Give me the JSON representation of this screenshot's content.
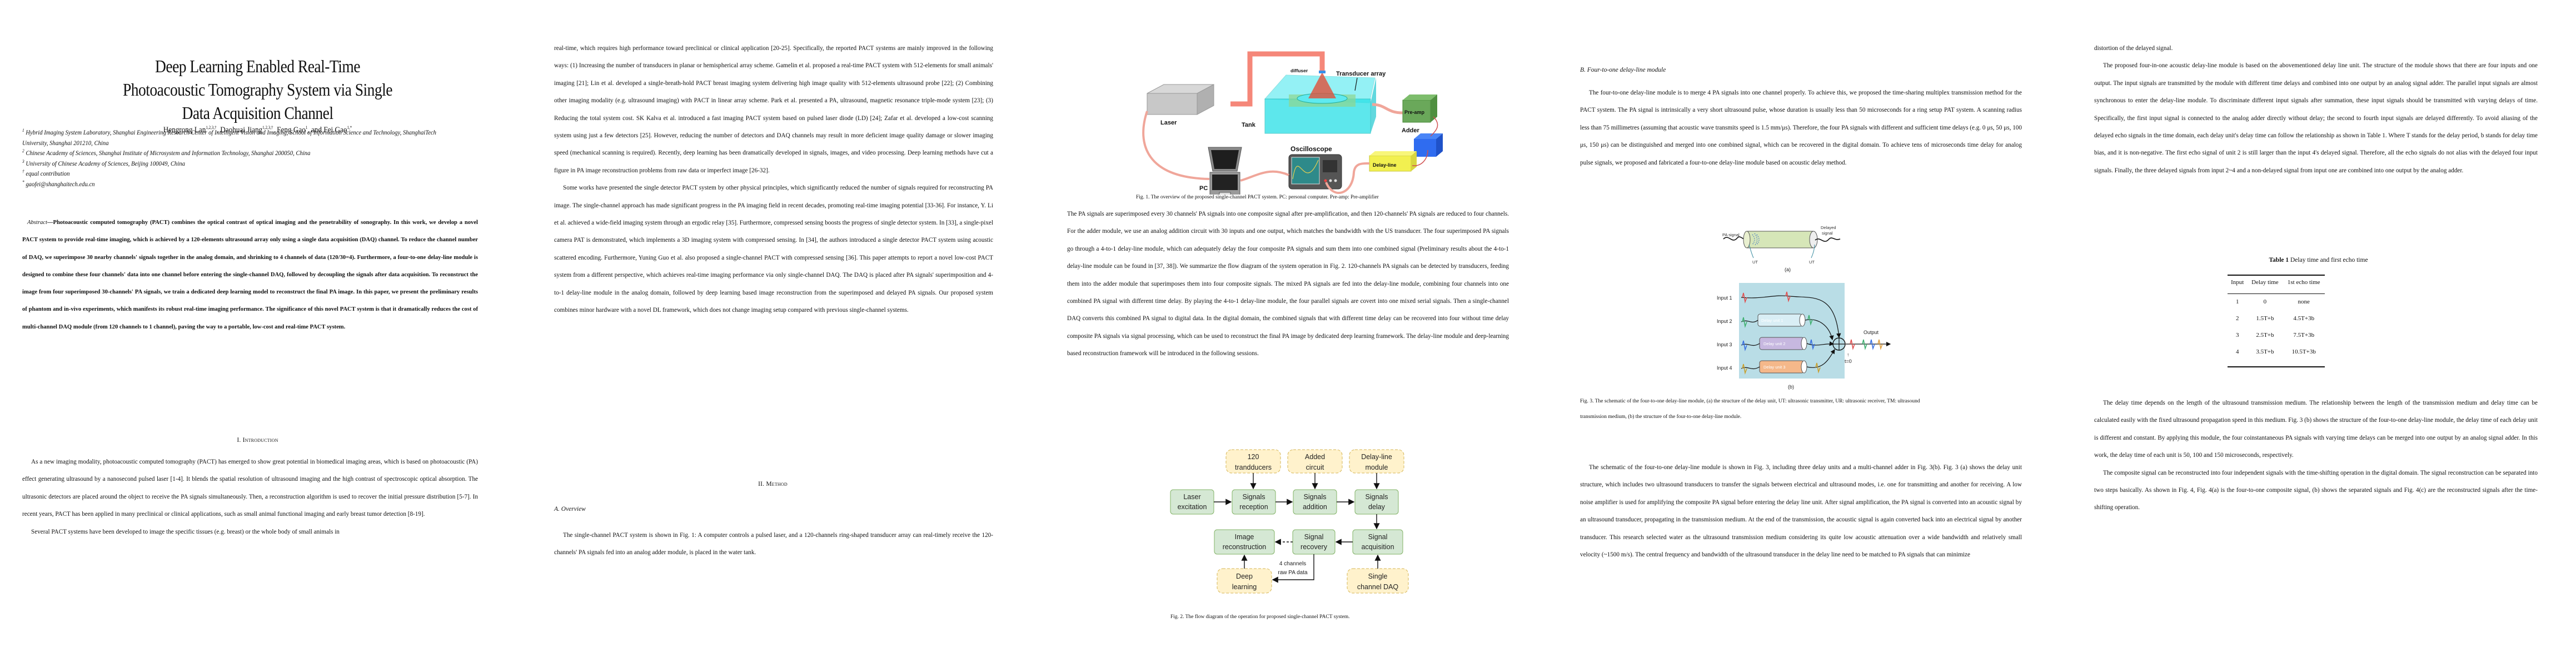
{
  "paper": {
    "title_lines": [
      "Deep Learning Enabled Real-Time",
      "Photoacoustic Tomography System via Single",
      "Data Acquisition Channel"
    ],
    "authors": [
      {
        "name": "Hengrong Lan",
        "sup": "1,2,3,†"
      },
      {
        "name": "Daohuai Jiang",
        "sup": "1,2,3,†"
      },
      {
        "name": "Feng Gao",
        "sup": "1"
      },
      {
        "name": "Fei Gao",
        "sup": "1,*"
      }
    ],
    "author_separators": [
      ", ",
      ", ",
      ", and "
    ],
    "affiliations": [
      {
        "sup": "1",
        "text": "Hybrid Imaging System Laboratory, Shanghai Engineering Research Center of Intelligent Vision and Imaging, School of Information Science and Technology, ShanghaiTech University, Shanghai 201210, China"
      },
      {
        "sup": "2",
        "text": "Chinese Academy of Sciences, Shanghai Institute of Microsystem and Information Technology, Shanghai 200050, China"
      },
      {
        "sup": "3",
        "text": "University of Chinese Academy of Sciences, Beijing 100049, China"
      },
      {
        "sup": "†",
        "text": "equal contribution"
      },
      {
        "sup": "*",
        "text": "gaofei@shanghaitech.edu.cn"
      }
    ],
    "abstract_label": "Abstract",
    "abstract": "—Photoacoustic computed tomography (PACT) combines the optical contrast of optical imaging and the penetrability of sonography. In this work, we develop a novel PACT system to provide real-time imaging, which is achieved by a 120-elements ultrasound array only using a single data acquisition (DAQ) channel. To reduce the channel number of DAQ, we superimpose 30 nearby channels' signals together in the analog domain, and shrinking to 4 channels of data (120/30=4). Furthermore, a four-to-one delay-line module is designed to combine these four channels' data into one channel before entering the single-channel DAQ, followed by decoupling the signals after data acquisition. To reconstruct the image from four superimposed 30-channels' PA signals, we train a dedicated deep learning model to reconstruct the final PA image. In this paper, we present the preliminary results of phantom and in-vivo experiments, which manifests its robust real-time imaging performance. The significance of this novel PACT system is that it dramatically reduces the cost of multi-channel DAQ module (from 120 channels to 1 channel), paving the way to a portable, low-cost and real-time PACT system.",
    "sections": {
      "intro_heading": "I.  Introduction",
      "method_heading": "II.  Method",
      "overview_heading": "A.   Overview",
      "delayline_heading": "B.   Four-to-one delay-line module"
    },
    "paragraphs": {
      "p1_intro1": "As a new imaging modality, photoacoustic computed tomography (PACT) has emerged to show great potential in biomedical imaging areas, which is based on photoacoustic (PA) effect generating ultrasound by a nanosecond pulsed laser [1-4]. It blends the spatial resolution of ultrasound imaging and the high contrast of spectroscopic optical absorption. The ultrasonic detectors are placed around the object to receive the PA signals simultaneously. Then, a reconstruction algorithm is used to recover the initial pressure distribution [5-7]. In recent years, PACT has been applied in many preclinical or clinical applications, such as small animal functional imaging and early breast tumor detection [8-19].",
      "p1_intro2": "Several PACT systems have been developed to image the specific tissues (e.g. breast) or the whole body of small animals in",
      "p2_a": "real-time, which requires high performance toward preclinical or clinical application [20-25]. Specifically, the reported PACT systems are mainly improved in the following ways: (1) Increasing the number of transducers in planar or hemispherical array scheme. Gamelin et al. proposed a real-time PACT system with 512-elements for small animals' imaging [21]; Lin et al. developed a single-breath-hold PACT breast imaging system delivering high image quality with 512-elements ultrasound probe [22]; (2) Combining other imaging modality (e.g. ultrasound imaging) with PACT in linear array scheme. Park et al. presented a PA, ultrasound, magnetic resonance triple-mode system [23]; (3) Reducing the total system cost. SK Kalva et al. introduced a fast imaging PACT system based on pulsed laser diode (LD) [24]; Zafar et al. developed a low-cost scanning system using just a few detectors [25]. However, reducing the number of detectors and DAQ channels may result in more deficient image quality damage or slower imaging speed (mechanical scanning is required). Recently, deep learning has been dramatically developed in signals, images, and video processing. Deep learning methods have cut a figure in PA image reconstruction problems from raw data or imperfect image [26-32].",
      "p2_b": "Some works have presented the single detector PACT system by other physical principles, which significantly reduced the number of signals required for reconstructing PA image. The single-channel approach has made significant progress in the PA imaging field in recent decades, promoting real-time imaging potential [33-36]. For instance, Y. Li et al. achieved a wide-field imaging system through an ergodic relay [35]. Furthermore, compressed sensing boosts the progress of single detector system. In [33], a single-pixel camera PAT is demonstrated, which implements a 3D imaging system with compressed sensing. In [34], the authors introduced a single detector PACT system using acoustic scattered encoding. Furthermore, Yuning Guo et al. also proposed a single-channel PACT with compressed sensing [36]. This paper attempts to report a novel low-cost PACT system from a different perspective, which achieves real-time imaging performance via only single-channel DAQ. The DAQ is placed after PA signals' superimposition and 4-to-1 delay-line module in the analog domain, followed by deep learning based image reconstruction from the superimposed and delayed PA signals.  Our proposed system combines minor hardware with a novel DL framework, which does not change imaging setup compared with previous single-channel systems.",
      "p2_c": "The single-channel PACT system is shown in Fig. 1: A computer controls a pulsed laser, and a 120-channels ring-shaped transducer array can real-timely receive the 120-channels' PA signals fed into an analog adder module, is placed in the water tank.",
      "p3_a": "The PA signals are superimposed every 30 channels' PA signals into one composite signal after pre-amplification, and then 120-channels' PA signals are reduced to four channels. For the adder module, we use an analog addition circuit with 30 inputs and one output, which matches the bandwidth with the US transducer. The four superimposed PA signals go through a 4-to-1 delay-line module, which can adequately delay the four composite PA signals and sum them into one combined signal (Preliminary results about the 4-to-1 delay-line module can be found in [37, 38]). We summarize the flow diagram of the system operation in Fig. 2. 120-channels PA signals can be detected by transducers, feeding them into the adder module that superimposes them into four composite signals. The mixed PA signals are fed into the delay-line module, combining four channels into one combined PA signal with different time delay. By playing the 4-to-1 delay-line module, the four parallel signals are covert into one mixed serial signals. Then a single-channel DAQ converts this combined PA signal to digital data. In the digital domain, the combined signals that with different time delay can be recovered into four without time delay composite PA signals via signal processing, which can be used to reconstruct the final PA image by dedicated deep learning framework. The delay-line module and deep-learning based reconstruction framework will be introduced in the following sessions.",
      "p4_a": "The four-to-one delay-line module is to merge 4 PA signals into one channel properly. To achieve this, we proposed the time-sharing multiplex transmission method for the PACT system. The PA signal is intrinsically a very short ultrasound pulse, whose duration is usually less than 50 microseconds for a ring setup PAT system. A scanning radius less than 75 millimetres (assuming that acoustic wave transmits speed is 1.5 mm/μs). Therefore, the four PA signals with different and sufficient time delays (e.g. 0 μs, 50 μs, 100 μs, 150 μs) can be distinguished and merged into one combined signal, which can be recovered in the digital domain. To achieve tens of microseconds time delay for analog pulse signals, we proposed and fabricated a four-to-one delay-line module based on acoustic delay method.",
      "p4_b": "The schematic of the four-to-one delay-line module is shown in Fig. 3, including three delay units and a multi-channel adder in Fig. 3(b). Fig. 3 (a) shows the delay unit structure, which includes two ultrasound transducers to transfer the signals between electrical and ultrasound modes, i.e. one for transmitting and another for receiving. A low noise amplifier is used for amplifying the composite PA signal before entering the delay line unit. After signal amplification, the PA signal is converted into an acoustic signal by an ultrasound transducer, propagating in the transmission medium. At the end of the transmission, the acoustic signal is again converted back into an electrical signal by another transducer. This research selected water as the ultrasound transmission medium considering its quite low acoustic attenuation over a wide bandwidth and relatively small velocity (~1500 m/s). The central frequency and bandwidth of the ultrasound transducer in the delay line need to be matched to PA signals that can minimize",
      "p5_a": "distortion of the delayed signal.",
      "p5_b": "The proposed four-in-one acoustic delay-line module is based on the abovementioned delay line unit. The structure of the module shows that there are four inputs and one output. The input signals are transmitted by the module with different time delays and combined into one output by an analog signal adder. The parallel input signals are almost synchronous to enter the delay-line module. To discriminate different input signals after summation, these input signals should be transmitted with varying delays of time. Specifically, the first input signal is connected to the analog adder directly without delay; the second to fourth input signals are delayed differently. To avoid aliasing of the delayed echo signals in the time domain, each delay unit's delay time can follow the relationship as shown in Table 1. Where T stands for the delay period, b stands for delay time bias, and it is non-negative. The first echo signal of unit 2 is still larger than the input 4's delayed signal. Therefore, all the echo signals do not alias with the delayed four input signals. Finally, the three delayed signals from input 2~4 and a non-delayed signal from input one are combined into one output by the analog adder.",
      "p5_c": "The delay time depends on the length of the ultrasound transmission medium. The relationship between the length of the transmission medium and delay time can be calculated easily with the fixed ultrasound propagation speed in this medium. Fig. 3 (b) shows the structure of the four-to-one delay-line module, the delay time of each delay unit is different and constant. By applying this module, the four coinstantaneous PA signals with varying time delays can be merged into one output by an analog signal adder. In this work, the delay time of each unit is 50, 100 and 150 microseconds, respectively.",
      "p5_d": "The composite signal can be reconstructed into four independent signals with the time-shifting operation in the digital domain. The signal reconstruction can be separated into two steps basically. As shown in Fig. 4, Fig. 4(a) is the four-to-one composite signal, (b) shows the separated signals and Fig. 4(c) are the reconstructed signals after the time-shifting operation."
    },
    "fig1": {
      "caption": "Fig. 1. The overview of the proposed single-channel PACT system. PC: personal computer. Pre-amp: Pre-amplifier",
      "labels": {
        "laser": "Laser",
        "tank": "Tank",
        "diffuser": "diffuser",
        "transducer": "Transducer array",
        "preamp": "Pre-amp",
        "adder": "Adder",
        "delayline": "Delay-line",
        "oscilloscope": "Oscilloscope",
        "pc": "PC"
      }
    },
    "fig2": {
      "caption": "Fig. 2. The flow diagram of the operation for proposed single-channel PACT system.",
      "top_boxes": [
        [
          "120",
          "trandducers"
        ],
        [
          "Added",
          "circuit"
        ],
        [
          "Delay-line",
          "module"
        ]
      ],
      "row1": [
        [
          "Laser",
          "excitation"
        ],
        [
          "Signals",
          "reception"
        ],
        [
          "Signals",
          "addition"
        ],
        [
          "Signals",
          "delay"
        ]
      ],
      "row2": [
        [
          "Image",
          "reconstruction"
        ],
        [
          "Signal",
          "recovery"
        ],
        [
          "Signal",
          "acquisition"
        ]
      ],
      "bottom_boxes": [
        [
          "Deep",
          "learning"
        ],
        [
          "Single",
          "channel DAQ"
        ]
      ],
      "edge_label": [
        "4 channels",
        "raw PA data"
      ],
      "colors": {
        "process_fill": "#d5e8d4",
        "process_stroke": "#82b366",
        "resource_fill": "#fff2cc",
        "resource_stroke": "#d6b656"
      }
    },
    "fig3": {
      "caption_lines": [
        "Fig.  3. The schematic of the four-to-one delay-line module, (a) the structure of the delay unit, UT: ultrasonic transmitter, UR: ultrasonic receiver, TM: ultrasound",
        "transmission medium, (b) the structure of the four-to-one delay-line module."
      ],
      "a": {
        "pa_signal": "PA signal",
        "delayed": [
          "Delayed",
          "signal"
        ],
        "ut_left": "UT",
        "ut_right": "UT",
        "label": "(a)"
      },
      "b": {
        "inputs": [
          "Input 1",
          "Input 2",
          "Input 3",
          "Input 4"
        ],
        "units": [
          "Delay unit 1",
          "Delay unit 2",
          "Delay unit 3"
        ],
        "output": "Output",
        "t0": "t=0",
        "label": "(b)"
      }
    },
    "table1": {
      "title_bold": "Table 1",
      "title_rest": " Delay time and first echo time",
      "headers": [
        "Input",
        "Delay time",
        "1st echo time"
      ],
      "rows": [
        [
          "1",
          "0",
          "none"
        ],
        [
          "2",
          "1.5T+b",
          "4.5T+3b"
        ],
        [
          "3",
          "2.5T+b",
          "7.5T+3b"
        ],
        [
          "4",
          "3.5T+b",
          "10.5T+3b"
        ]
      ]
    }
  }
}
